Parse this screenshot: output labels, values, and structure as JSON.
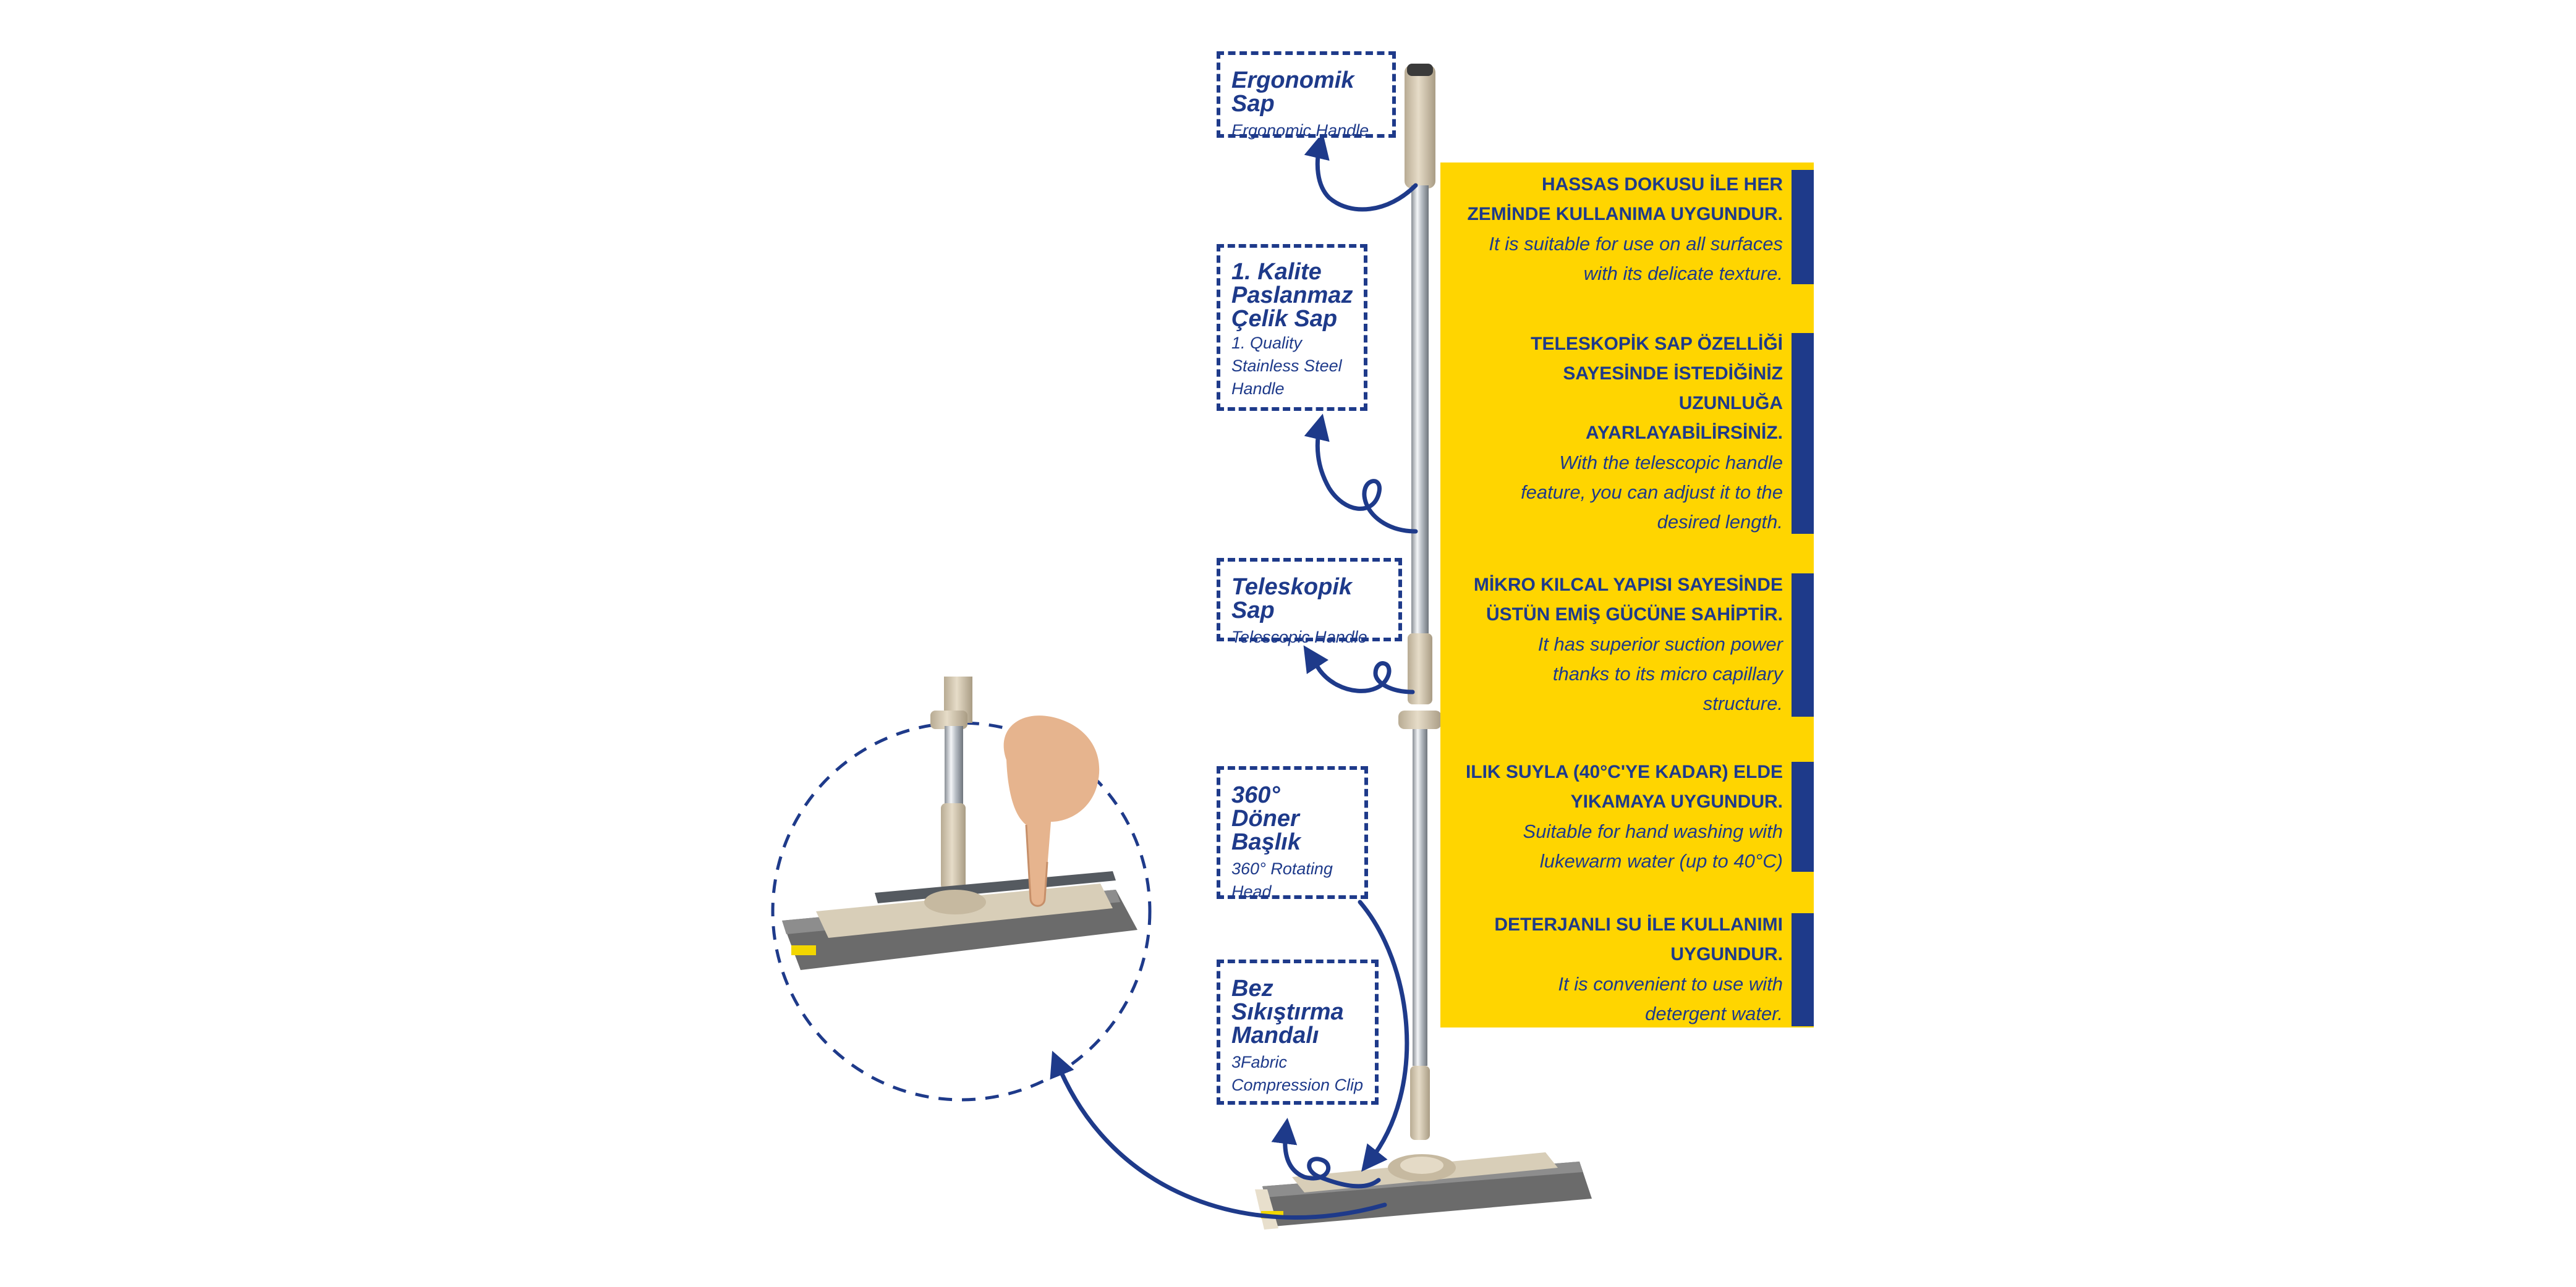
{
  "labels": {
    "ergonomic": {
      "tr": "Ergonomik Sap",
      "en": "Ergonomic Handle"
    },
    "stainless": {
      "tr": "1. Kalite\nPaslanmaz\nÇelik Sap",
      "en": "1. Quality\n Stainless Steel\nHandle"
    },
    "telescopic": {
      "tr": "Teleskopik Sap",
      "en": "Telescopic Handle"
    },
    "rotating": {
      "tr": "360° Döner\nBaşlık",
      "en": "360° Rotating\nHead"
    },
    "clip": {
      "tr": "Bez\nSıkıştırma\nMandalı",
      "en": "3Fabric\nCompression Clip"
    }
  },
  "features": [
    {
      "tr": "HASSAS DOKUSU İLE HER\nZEMİNDE KULLANIMA UYGUNDUR.",
      "en": "It is suitable for use on all surfaces\nwith its delicate texture."
    },
    {
      "tr": "TELESKOPİK SAP ÖZELLİĞİ\nSAYESİNDE İSTEDİĞİNİZ\nUZUNLUĞA\nAYARLAYABİLİRSİNİZ.",
      "en": "With the telescopic handle\nfeature, you can adjust it to the\ndesired length."
    },
    {
      "tr": "MİKRO KILCAL YAPISI SAYESİNDE\nÜSTÜN EMİŞ GÜCÜNE SAHİPTİR.",
      "en": "It has superior suction power\nthanks to its micro capillary\nstructure."
    },
    {
      "tr": "ILIK SUYLA (40°C'YE KADAR) ELDE\nYIKAMAYA UYGUNDUR.",
      "en": "Suitable for hand washing with\nlukewarm water (up to 40°C)"
    },
    {
      "tr": "DETERJANLI SU İLE KULLANIMI\nUYGUNDUR.",
      "en": "It is convenient to use with\ndetergent water."
    }
  ],
  "colors": {
    "accent": "#1e3a8a",
    "panel": "#ffd500",
    "handle": "#d4c8b0",
    "pad": "#6b6b6b"
  },
  "icons": [
    "pointing-hand-icon"
  ]
}
